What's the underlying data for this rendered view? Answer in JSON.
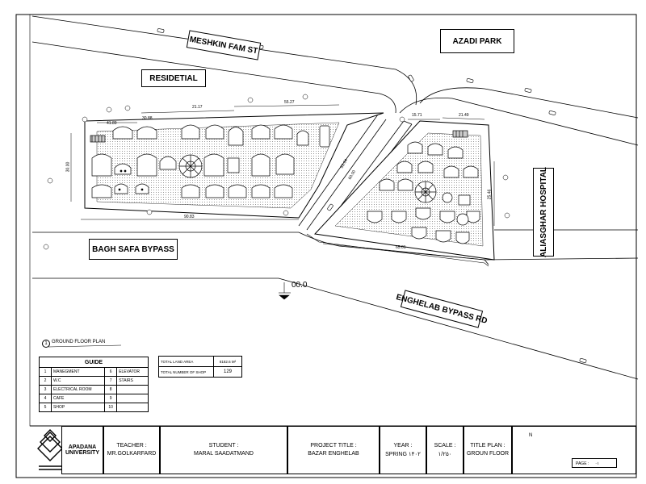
{
  "labels": {
    "meshkin": "MESHKIN FAM ST",
    "azadi": "AZADI PARK",
    "residential": "RESIDETIAL",
    "bagh": "BAGH SAFA BYPASS",
    "enghelab": "ENGHELAB BYPASS RD",
    "hospital": "ALIASGHAR HOSPITAL",
    "level": "00.0"
  },
  "plan_title": {
    "number": "1",
    "text": "GROUND FLOOR PLAN"
  },
  "dimensions": {
    "d1": "21.17",
    "d2": "55.27",
    "d3": "30.88",
    "d4": "41.89",
    "d5": "90.83",
    "d6": "15.71",
    "d7": "21.49",
    "d8": "65.01",
    "d9": "30.00",
    "d10": "53.04",
    "d11": "60.00",
    "d12": "25.46"
  },
  "guide": {
    "title": "GUIDE",
    "items": [
      {
        "num": "1",
        "label": "MANEGMENT",
        "num2": "6",
        "label2": "ELEVATOR"
      },
      {
        "num": "2",
        "label": "W.C",
        "num2": "7",
        "label2": "STAIRS"
      },
      {
        "num": "3",
        "label": "ELECTRICAL ROOM",
        "num2": "8",
        "label2": ""
      },
      {
        "num": "4",
        "label": "CAFE",
        "num2": "9",
        "label2": ""
      },
      {
        "num": "5",
        "label": "SHOP",
        "num2": "10",
        "label2": ""
      }
    ]
  },
  "info": {
    "rows": [
      {
        "label": "TOTAL LAND AREA",
        "value": "8182.6 M²"
      },
      {
        "label": "TOTAL NUMBER OF SHOP",
        "value": "129"
      }
    ]
  },
  "title_block": {
    "university": "APADANA\nUNIVERSITY",
    "teacher_label": "TEACHER :",
    "teacher": "MR.GOLKARFARD",
    "student_label": "STUDENT :",
    "student": "MARAL SAADATMAND",
    "project_label": "PROJECT TITLE :",
    "project": "BAZAR ENGHELAB",
    "year_label": "YEAR :",
    "year": "SPRING ۱۴۰۲",
    "scale_label": "SCALE :",
    "scale": "۱/۲۵۰",
    "plan_label": "TITLE PLAN :",
    "plan": "GROUN FLOOR",
    "north": "N",
    "page_label": "PAGE :",
    "page": "۰۱"
  }
}
